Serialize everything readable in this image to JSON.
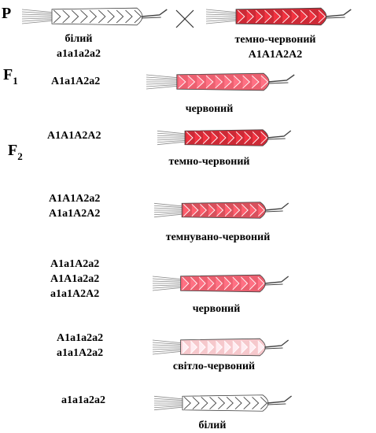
{
  "generations": {
    "p": "P",
    "f1": "F",
    "f1_sub": "1",
    "f2": "F",
    "f2_sub": "2"
  },
  "parents": {
    "left": {
      "phenotype": "білий",
      "genotype": "a1a1a2a2",
      "color": "#ffffff"
    },
    "right": {
      "phenotype": "темно-червоний",
      "genotype": "A1A1A2A2",
      "color": "#cc2a36"
    }
  },
  "cross_icon": "cross-sign-icon",
  "f1": {
    "genotype": "A1a1A2a2",
    "phenotype": "червоний",
    "color": "#ec6070"
  },
  "f2_rows": [
    {
      "genotypes": [
        "A1A1A2A2"
      ],
      "phenotype": "темно-червоний",
      "color": "#cc2a36"
    },
    {
      "genotypes": [
        "A1A1A2a2",
        "A1a1A2A2"
      ],
      "phenotype": "темнувано-червоний",
      "color": "#d8505c"
    },
    {
      "genotypes": [
        "A1a1A2a2",
        "A1A1a2a2",
        "a1a1A2A2"
      ],
      "phenotype": "червоний",
      "color": "#ec6070"
    },
    {
      "genotypes": [
        "A1a1a2a2",
        "a1a1A2a2"
      ],
      "phenotype": "світло-червоний",
      "color": "#f6c8cc"
    },
    {
      "genotypes": [
        "a1a1a2a2"
      ],
      "phenotype": "білий",
      "color": "#ffffff"
    }
  ]
}
